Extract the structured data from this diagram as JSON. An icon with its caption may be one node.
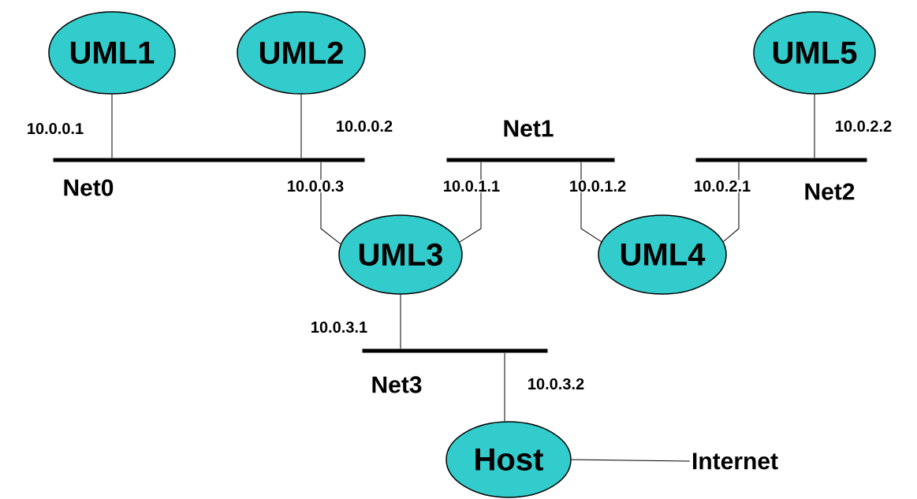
{
  "diagram": {
    "nodes": [
      {
        "text": [
          "UML1"
        ]
      },
      {
        "text": [
          "UML2"
        ]
      },
      {
        "text": [
          "UML5"
        ]
      },
      {
        "text": [
          "Net1"
        ]
      },
      {
        "text": [
          "Net0"
        ]
      },
      {
        "text": [
          "Net2"
        ]
      },
      {
        "text": [
          "UML3"
        ]
      },
      {
        "text": [
          "UML4"
        ]
      },
      {
        "text": [
          "Net3"
        ]
      },
      {
        "text": [
          "Host"
        ]
      },
      {
        "text": [
          "Internet"
        ]
      }
    ],
    "edges": [
      {
        "from": 0,
        "to": 4,
        "arrow": "none",
        "label": "10.0.0.1"
      },
      {
        "from": 1,
        "to": 4,
        "arrow": "none",
        "label": "10.0.0.2"
      },
      {
        "from": 2,
        "to": 5,
        "arrow": "none",
        "label": "10.0.2.2"
      },
      {
        "from": 4,
        "to": 6,
        "arrow": "none",
        "label": "10.0.0.3"
      },
      {
        "from": 3,
        "to": 6,
        "arrow": "none",
        "label": "10.0.1.1"
      },
      {
        "from": 3,
        "to": 7,
        "arrow": "none",
        "label": "10.0.1.2"
      },
      {
        "from": 5,
        "to": 7,
        "arrow": "none",
        "label": "10.0.2.1"
      },
      {
        "from": 6,
        "to": 8,
        "arrow": "none",
        "label": "10.0.3.1"
      },
      {
        "from": 8,
        "to": 9,
        "arrow": "none",
        "label": "10.0.3.2"
      },
      {
        "from": 9,
        "to": 10,
        "arrow": "none"
      }
    ]
  }
}
